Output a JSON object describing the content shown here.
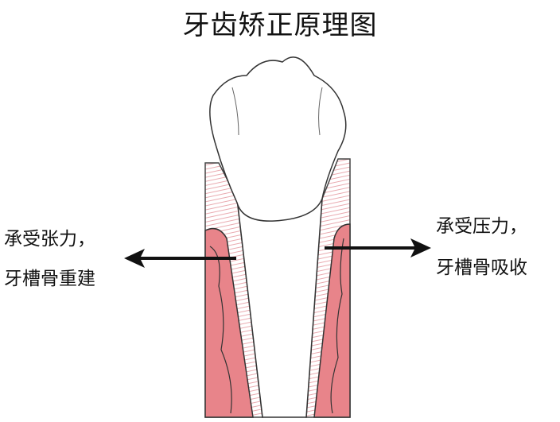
{
  "title": "牙齿矫正原理图",
  "left_label": {
    "line1": "承受张力，",
    "line2": "牙槽骨重建"
  },
  "right_label": {
    "line1": "承受压力，",
    "line2": "牙槽骨吸收"
  },
  "colors": {
    "bone": "#e8848a",
    "ligament_hatch": "#e9aab0",
    "outline": "#333333",
    "arrow": "#111111"
  }
}
